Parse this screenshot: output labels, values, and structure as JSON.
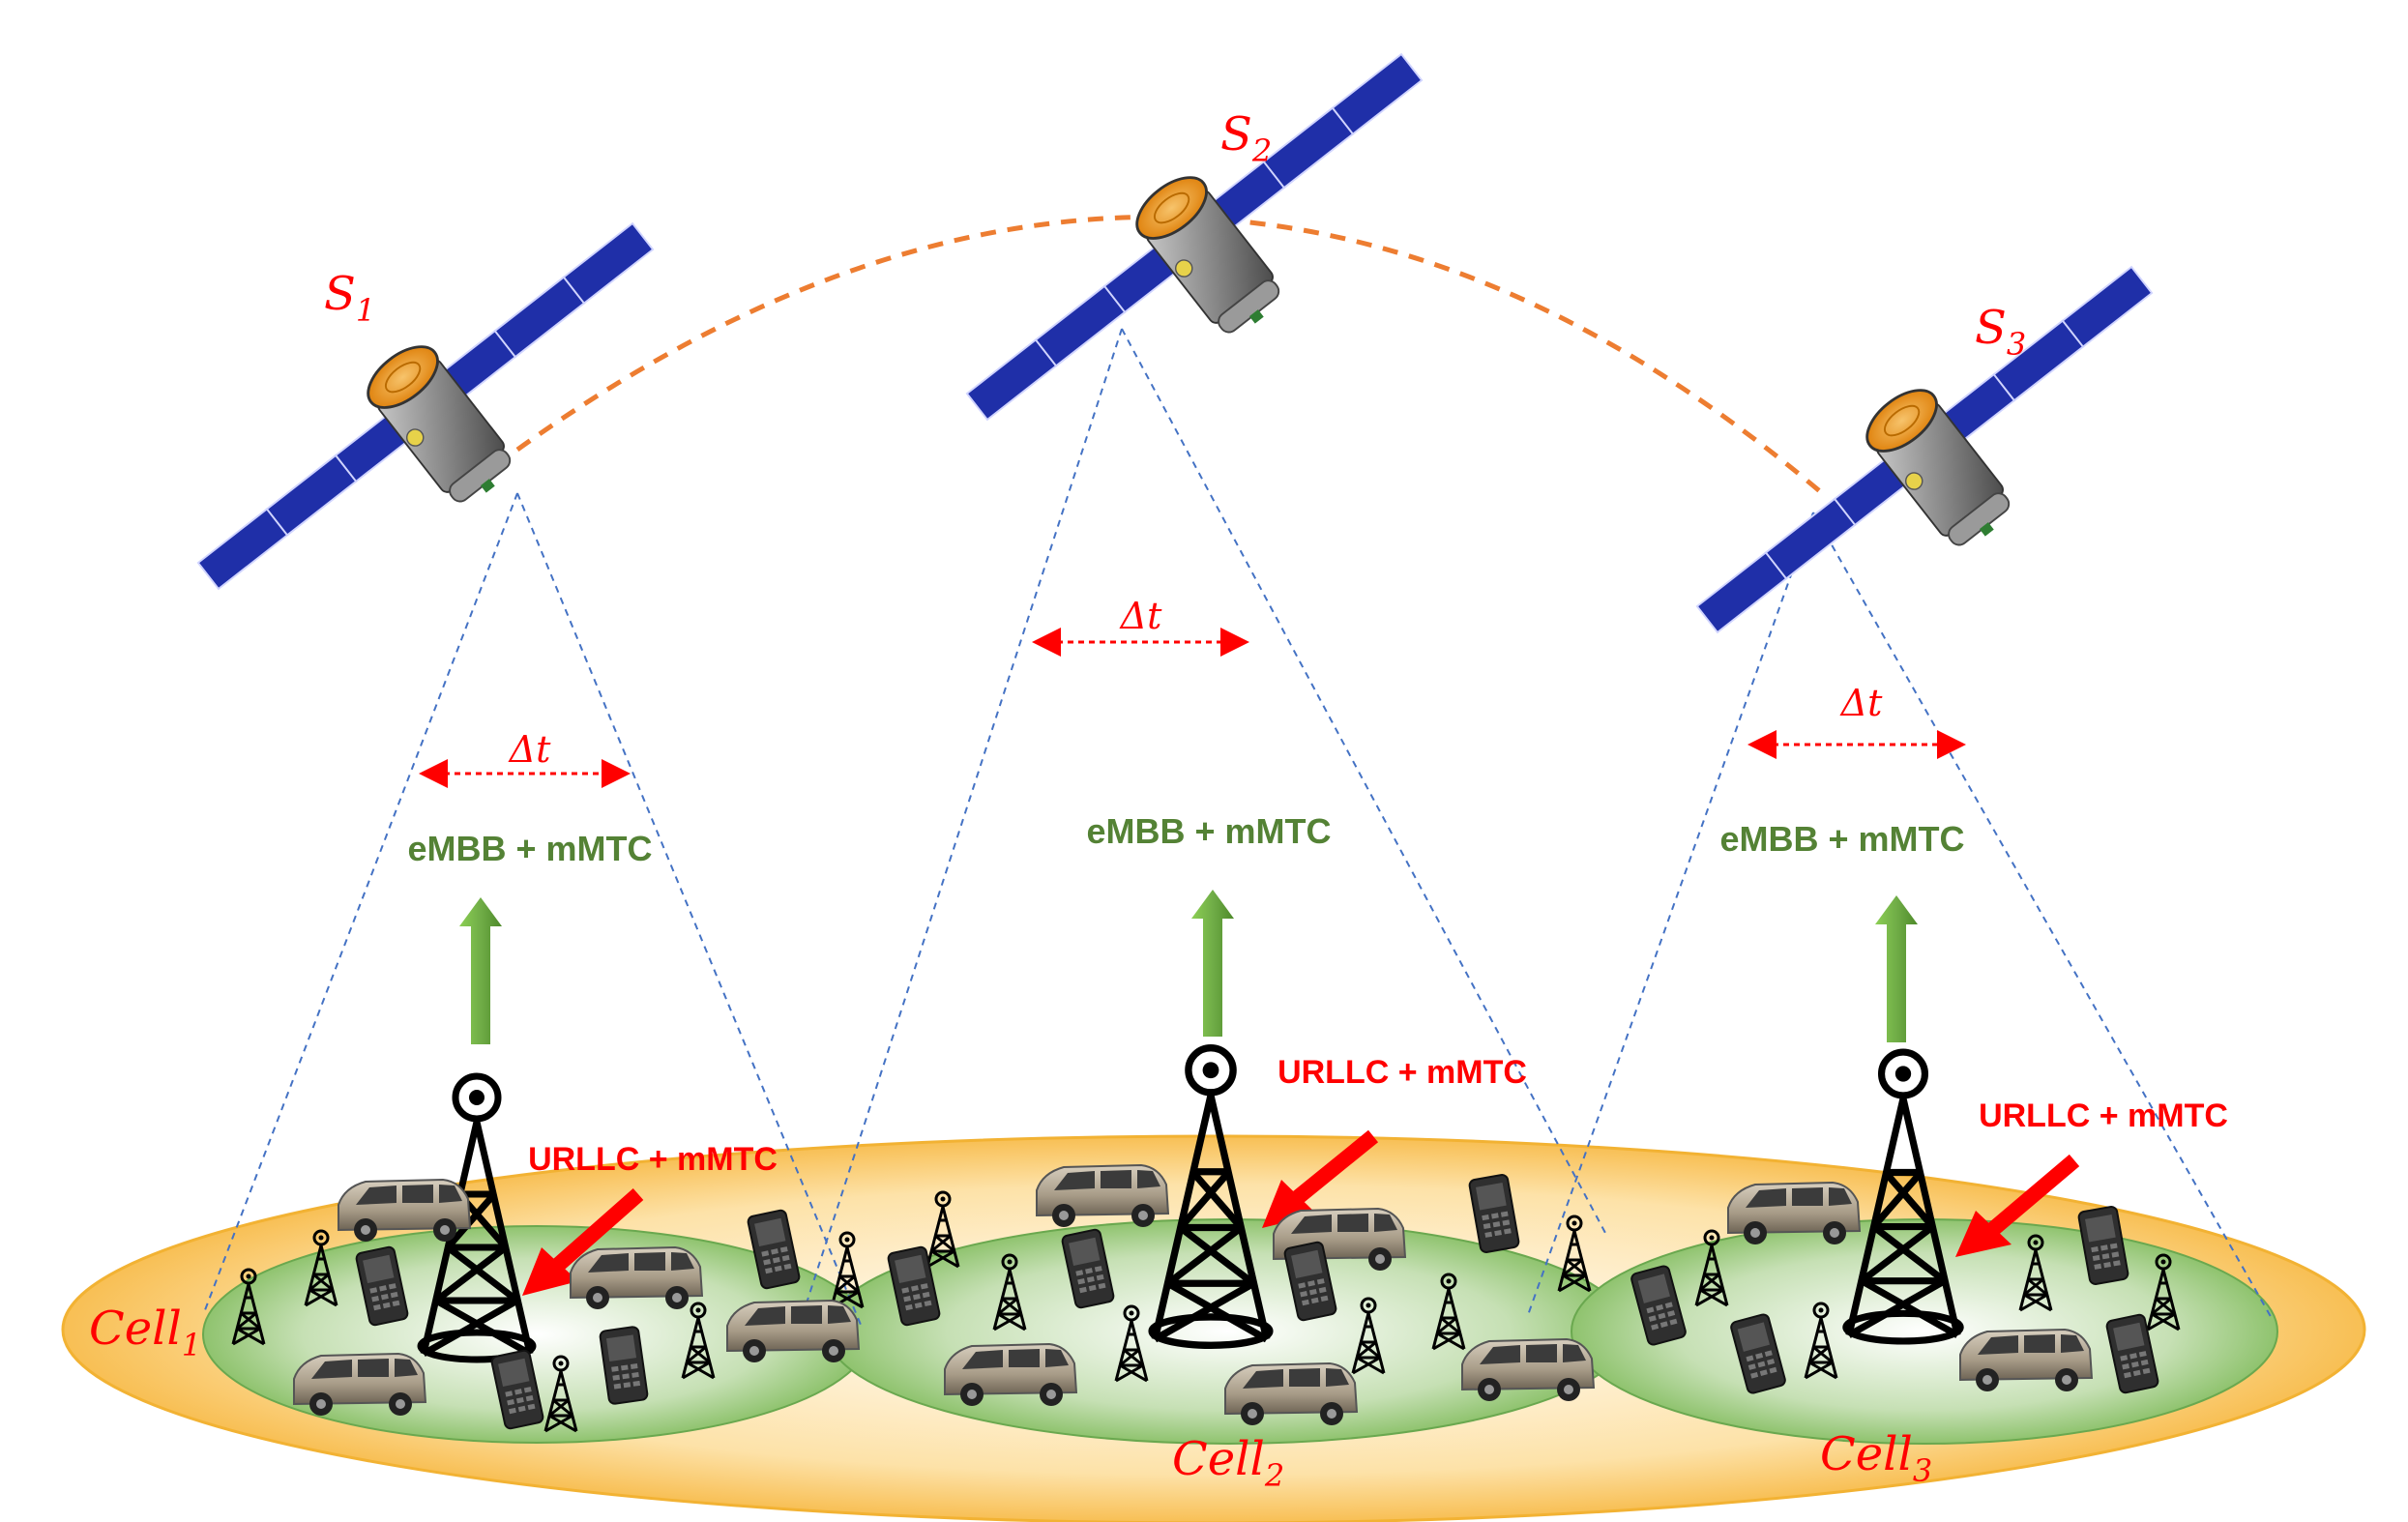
{
  "satellites": [
    {
      "name": "S",
      "sub": "1"
    },
    {
      "name": "S",
      "sub": "2"
    },
    {
      "name": "S",
      "sub": "3"
    }
  ],
  "cells": [
    {
      "name": "Cell",
      "sub": "1"
    },
    {
      "name": "Cell",
      "sub": "2"
    },
    {
      "name": "Cell",
      "sub": "3"
    }
  ],
  "delta_label": "Δt",
  "uplink_label": "eMBB + mMTC",
  "ground_label": "URLLC + mMTC",
  "colors": {
    "red": "#ff0000",
    "green_text": "#548235",
    "orbit": "#ed7d31",
    "beam": "#4472c4",
    "panel": "#1f2fa8",
    "gold": "#f5a623"
  }
}
